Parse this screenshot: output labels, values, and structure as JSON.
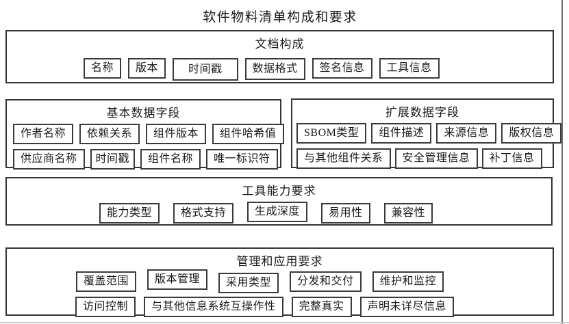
{
  "title": "软件物料清单构成和要求",
  "sections": [
    {
      "title": "文档构成",
      "rows": [
        [
          "名称",
          "版本",
          "时间戳",
          "数据格式",
          "签名信息",
          "工具信息"
        ]
      ]
    },
    {
      "title": "基本数据字段",
      "rows": [
        [
          "作者名称",
          "依赖关系",
          "组件版本",
          "组件哈希值"
        ],
        [
          "供应商名称",
          "时间戳",
          "组件名称",
          "唯一标识符"
        ]
      ]
    },
    {
      "title": "扩展数据字段",
      "rows": [
        [
          "SBOM类型",
          "组件描述",
          "来源信息",
          "版权信息"
        ],
        [
          "与其他组件关系",
          "安全管理信息",
          "补丁信息"
        ]
      ]
    },
    {
      "title": "工具能力要求",
      "rows": [
        [
          "能力类型",
          "格式支持",
          "生成深度",
          "易用性",
          "兼容性"
        ]
      ]
    },
    {
      "title": "管理和应用要求",
      "rows": [
        [
          "覆盖范围",
          "版本管理",
          "采用类型",
          "分发和交付",
          "维护和监控"
        ],
        [
          "访问控制",
          "与其他信息系统互操作性",
          "完整真实",
          "声明未详尽信息"
        ]
      ]
    }
  ],
  "colors": {
    "background": "#ffffff",
    "text": "#1a1a1a",
    "box_border": "#3a3a3a",
    "page_edge_right": "#707070",
    "page_edge_bottom": "#c8c8c8"
  }
}
